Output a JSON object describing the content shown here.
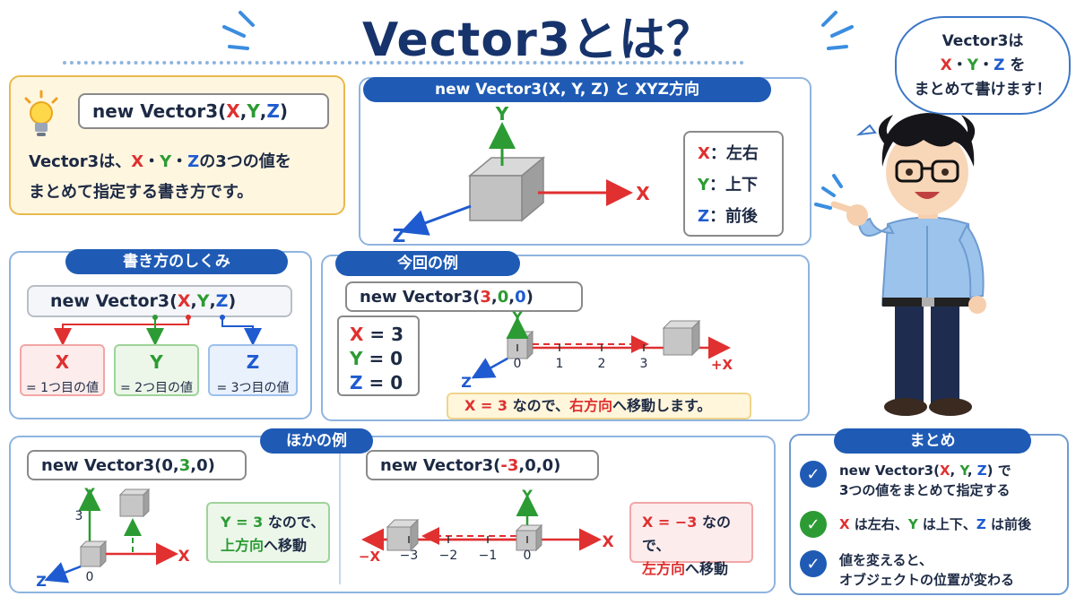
{
  "title": "Vector3とは？",
  "intro": {
    "code_prefix": "new Vector3(",
    "x": "X",
    "y": "Y",
    "z": "Z",
    "sep": ", ",
    "close": ")",
    "line1_prefix": "Vector3は、",
    "dot": "・",
    "line1_suffix": "の3つの値を",
    "line2": "まとめて指定する書き方です。"
  },
  "axes_panel": {
    "header": "new Vector3(X, Y, Z) と XYZ方向",
    "axis_x": "X",
    "axis_y": "Y",
    "axis_z": "Z",
    "legend": [
      {
        "letter": "X",
        "text": "：左右",
        "color": "#e03030"
      },
      {
        "letter": "Y",
        "text": "：上下",
        "color": "#2c9b33"
      },
      {
        "letter": "Z",
        "text": "：前後",
        "color": "#1f5bd0"
      }
    ]
  },
  "syntax_panel": {
    "header": "書き方のしくみ",
    "code_prefix": "new Vector3(",
    "x": "X",
    "y": "Y",
    "z": "Z",
    "sep": ", ",
    "close": ")",
    "boxes": [
      {
        "letter": "X",
        "desc": "= 1つ目の値",
        "color": "#e03030"
      },
      {
        "letter": "Y",
        "desc": "= 2つ目の値",
        "color": "#2c9b33"
      },
      {
        "letter": "Z",
        "desc": "= 3つ目の値",
        "color": "#1f5bd0"
      }
    ]
  },
  "example_panel": {
    "header": "今回の例",
    "code_prefix": "new Vector3(",
    "x": "3",
    "y": "0",
    "z": "0",
    "sep": ", ",
    "close": ")",
    "values": [
      {
        "letter": "X",
        "eq": " = 3"
      },
      {
        "letter": "Y",
        "eq": " = 0"
      },
      {
        "letter": "Z",
        "eq": " = 0"
      }
    ],
    "axis_y": "Y",
    "axis_z": "Z",
    "axis_x": "+X",
    "ticks": [
      "0",
      "1",
      "2",
      "3"
    ],
    "note_value": "X = 3",
    "note_mid": " なので、",
    "note_dir": "右方向",
    "note_end": "へ移動します。"
  },
  "other_panel": {
    "header": "ほかの例",
    "left": {
      "code_prefix": "new Vector3(",
      "x": "0",
      "y": "3",
      "z": "0",
      "sep": ", ",
      "close": ")",
      "axis_y": "Y",
      "axis_x": "X",
      "axis_z": "Z",
      "tick_y": "3",
      "tick_origin": "0",
      "note_value": "Y = 3",
      "note_mid": " なので、",
      "note_dir": "上方向",
      "note_end": "へ移動"
    },
    "right": {
      "code_prefix": "new Vector3(",
      "x": "-3",
      "y": "0",
      "z": "0",
      "sep": ", ",
      "close": ")",
      "axis_y": "Y",
      "axis_x": "X",
      "axis_neg_x": "−X",
      "ticks": [
        "−3",
        "−2",
        "−1",
        "0"
      ],
      "note_value": "X = −3",
      "note_mid": " なので、",
      "note_dir": "左方向",
      "note_end": "へ移動"
    }
  },
  "summary": {
    "header": "まとめ",
    "item1_prefix": "new Vector3(",
    "item1_x": "X",
    "item1_y": "Y",
    "item1_z": "Z",
    "item1_sep": ", ",
    "item1_close": ") で",
    "item1_line2": "3つの値をまとめて指定する",
    "item2_x": "X",
    "item2_x_text": " は左右、",
    "item2_y": "Y",
    "item2_y_text": " は上下、",
    "item2_z": "Z",
    "item2_z_text": " は前後",
    "item3_line1": "値を変えると、",
    "item3_line2": "オブジェクトの位置が変わる",
    "check_glyph": "✓"
  },
  "bubble": {
    "line1": "Vector3は",
    "x": "X",
    "y": "Y",
    "z": "Z",
    "dot": "・",
    "line2_suffix": " を",
    "line3": "まとめて書けます！"
  },
  "colors": {
    "x": "#e03030",
    "y": "#2c9b33",
    "z": "#1f5bd0",
    "header_blue": "#1f5bb5",
    "title_navy": "#17336b"
  }
}
